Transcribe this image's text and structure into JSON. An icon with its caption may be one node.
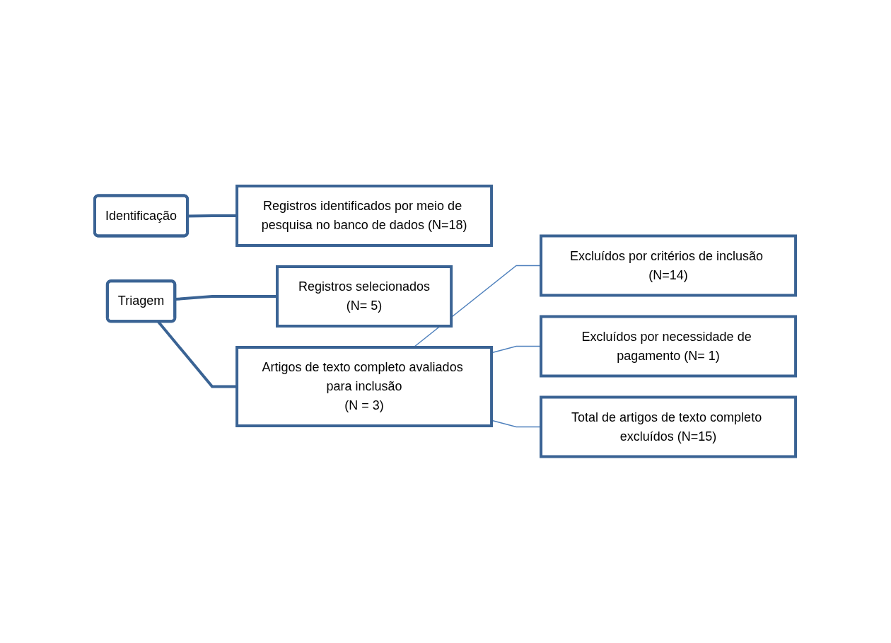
{
  "diagram": {
    "nodes": [
      {
        "text": [
          "Identificação"
        ]
      },
      {
        "text": [
          "Registros identificados por meio de pesquisa no banco de dados (N=18)"
        ]
      },
      {
        "text": [
          "Triagem"
        ]
      },
      {
        "text": [
          "Registros selecionados",
          "(N= 5)"
        ]
      },
      {
        "text": [
          "Artigos de texto completo avaliados para inclusão",
          "(N = 3)"
        ]
      },
      {
        "text": [
          "Excluídos por critérios de inclusão (N=14)"
        ]
      },
      {
        "text": [
          "Excluídos por necessidade de pagamento (N= 1)"
        ]
      },
      {
        "text": [
          "Total de artigos de texto completo excluídos (N=15)"
        ]
      }
    ],
    "edges": [
      {
        "from": 0,
        "to": 1,
        "arrow": "none",
        "style": "thick",
        "color": "#3a6394"
      },
      {
        "from": 2,
        "to": 3,
        "arrow": "none",
        "style": "thick",
        "color": "#3a6394"
      },
      {
        "from": 2,
        "to": 4,
        "arrow": "none",
        "style": "thick",
        "color": "#3a6394"
      },
      {
        "from": 4,
        "to": 5,
        "arrow": "none"
      },
      {
        "from": 4,
        "to": 6,
        "arrow": "none"
      },
      {
        "from": 4,
        "to": 7,
        "arrow": "none"
      }
    ]
  }
}
